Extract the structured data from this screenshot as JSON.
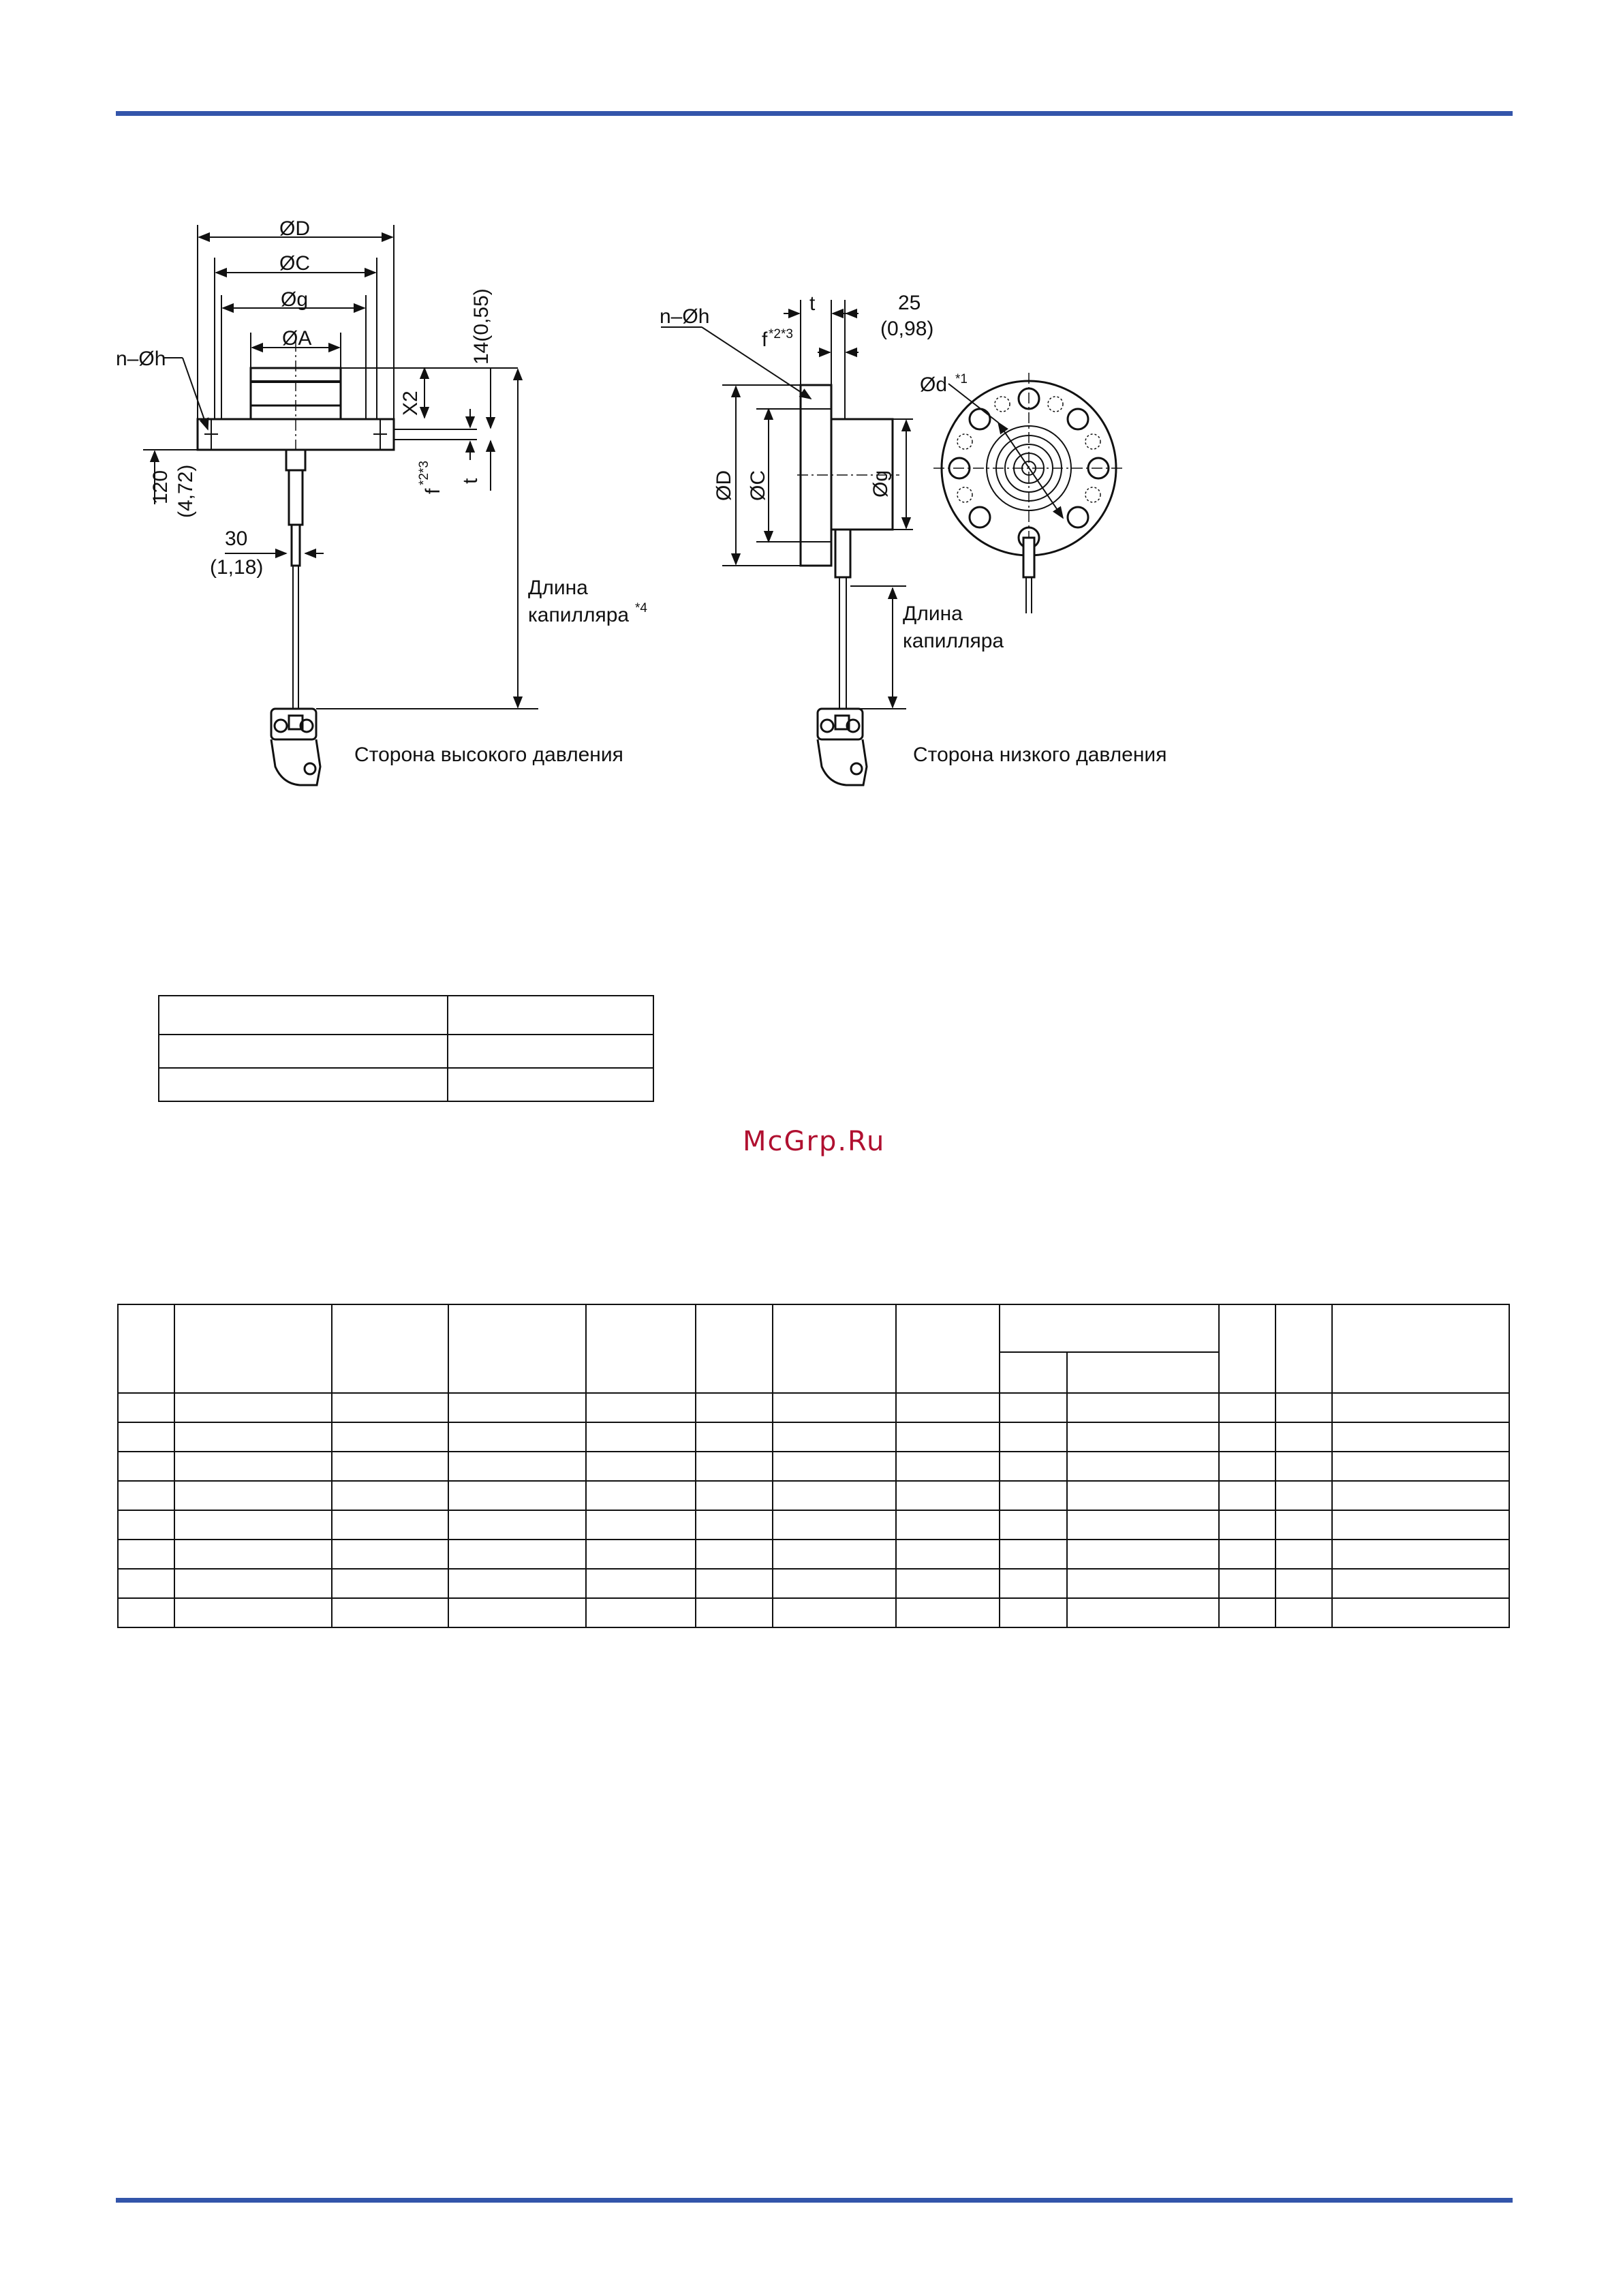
{
  "drawing": {
    "high_pressure": {
      "dim_D": "ØD",
      "dim_C": "ØC",
      "dim_g": "Øg",
      "dim_A": "ØA",
      "holes": "n–Øh",
      "height_14": "14(0,55)",
      "x2": "X2",
      "f": "f",
      "f_sup": "*2*3",
      "t": "t",
      "dim_120": "120",
      "dim_120_in": "(4,72)",
      "dim_30": "30",
      "dim_30_in": "(1,18)",
      "capillary_line1": "Длина",
      "capillary_line2": "капилляра",
      "capillary_sup": "*4",
      "caption": "Сторона высокого давления"
    },
    "low_pressure": {
      "holes": "n–Øh",
      "t": "t",
      "dim_25": "25",
      "dim_25_in": "(0,98)",
      "f": "f",
      "f_sup": "*2*3",
      "dim_D": "ØD",
      "dim_C": "ØC",
      "dim_g": "Øg",
      "dim_d": "Ød",
      "d_sup": "*1",
      "capillary_line1": "Длина",
      "capillary_line2": "капилляра",
      "caption": "Сторона низкого давления"
    }
  },
  "watermark": "McGrp.Ru",
  "colors": {
    "rule": "#3355aa",
    "watermark": "#b01030",
    "ink": "#111111"
  }
}
